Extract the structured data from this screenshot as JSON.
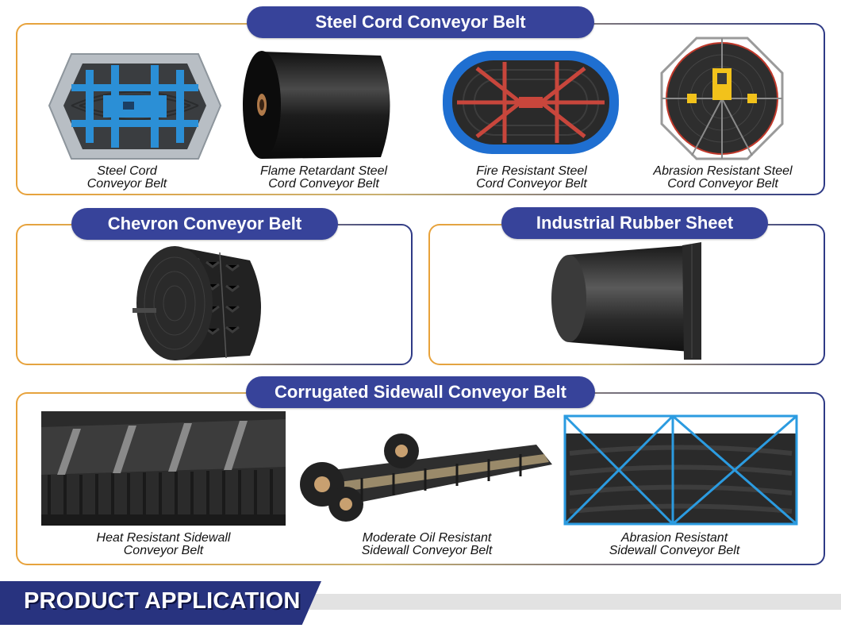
{
  "sections": {
    "steel_cord": {
      "title": "Steel Cord Conveyor Belt",
      "items": [
        {
          "line1": "Steel Cord",
          "line2": "Conveyor Belt"
        },
        {
          "line1": "Flame Retardant Steel",
          "line2": "Cord Conveyor Belt"
        },
        {
          "line1": "Fire Resistant Steel",
          "line2": "Cord Conveyor Belt"
        },
        {
          "line1": "Abrasion Resistant Steel",
          "line2": "Cord Conveyor Belt"
        }
      ]
    },
    "chevron": {
      "title": "Chevron Conveyor Belt"
    },
    "rubber_sheet": {
      "title": "Industrial Rubber Sheet"
    },
    "sidewall": {
      "title": "Corrugated Sidewall Conveyor Belt",
      "items": [
        {
          "line1": "Heat Resistant Sidewall",
          "line2": "Conveyor Belt"
        },
        {
          "line1": "Moderate Oil Resistant",
          "line2": "Sidewall Conveyor Belt"
        },
        {
          "line1": "Abrasion Resistant",
          "line2": "Sidewall Conveyor Belt"
        }
      ]
    }
  },
  "banner": {
    "label": "PRODUCT APPLICATION"
  },
  "colors": {
    "accent": "#37439a",
    "border_left": "#e8a23a",
    "border_right": "#2e3a86",
    "banner": "#28337f"
  }
}
